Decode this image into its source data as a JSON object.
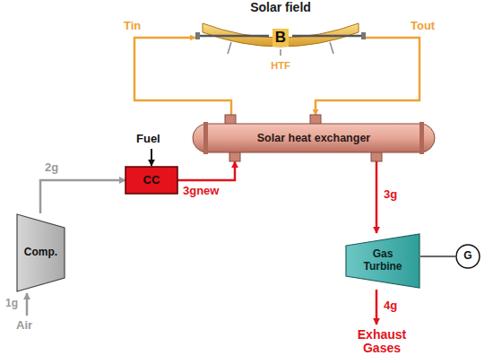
{
  "diagram": {
    "nodes": [
      {
        "text": [
          "Solar field",
          "B",
          "HTF"
        ]
      },
      {
        "text": [
          "Solar heat exchanger"
        ]
      },
      {
        "text": [
          "CC"
        ]
      },
      {
        "text": [
          "Comp."
        ]
      },
      {
        "text": [
          "Gas Turbine"
        ]
      },
      {
        "text": [
          "G"
        ]
      }
    ],
    "edges": [
      {
        "from": 1,
        "to": 0,
        "label": "Tin",
        "arrow": "to"
      },
      {
        "from": 0,
        "to": 1,
        "label": "Tout",
        "arrow": "to"
      },
      {
        "from": 3,
        "to": 2,
        "label": "2g",
        "arrow": "to"
      },
      {
        "from": 2,
        "to": 1,
        "label": "3gnew",
        "arrow": "to"
      },
      {
        "from": 1,
        "to": 4,
        "label": "3g",
        "arrow": "to"
      },
      {
        "from": 4,
        "to": 5,
        "arrow": "none"
      }
    ],
    "labels": [
      "Fuel",
      "1g",
      "Air",
      "4g",
      "Exhaust Gases"
    ]
  }
}
